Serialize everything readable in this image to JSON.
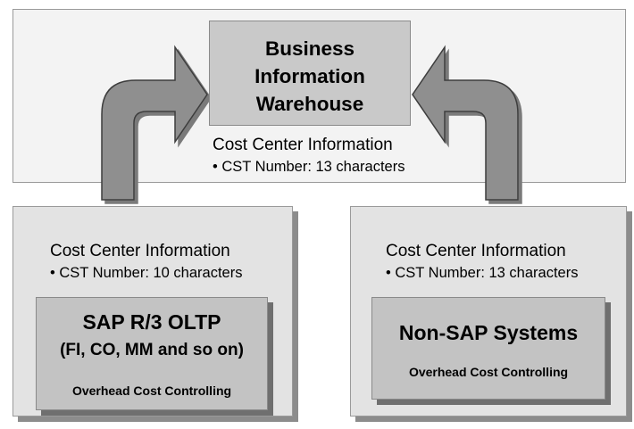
{
  "warehouse": {
    "title_lines": [
      "Business",
      "Information",
      "Warehouse"
    ],
    "info_title": "Cost Center Information",
    "info_sub": "• CST Number: 13 characters"
  },
  "sap": {
    "info_title": "Cost Center Information",
    "info_sub": "• CST Number: 10 characters",
    "name": "SAP R/3 OLTP",
    "modules": "(FI, CO, MM and so on)",
    "component": "Overhead Cost Controlling"
  },
  "nonsap": {
    "info_title": "Cost Center Information",
    "info_sub": "• CST Number: 13 characters",
    "name": "Non-SAP Systems",
    "component": "Overhead Cost Controlling"
  }
}
